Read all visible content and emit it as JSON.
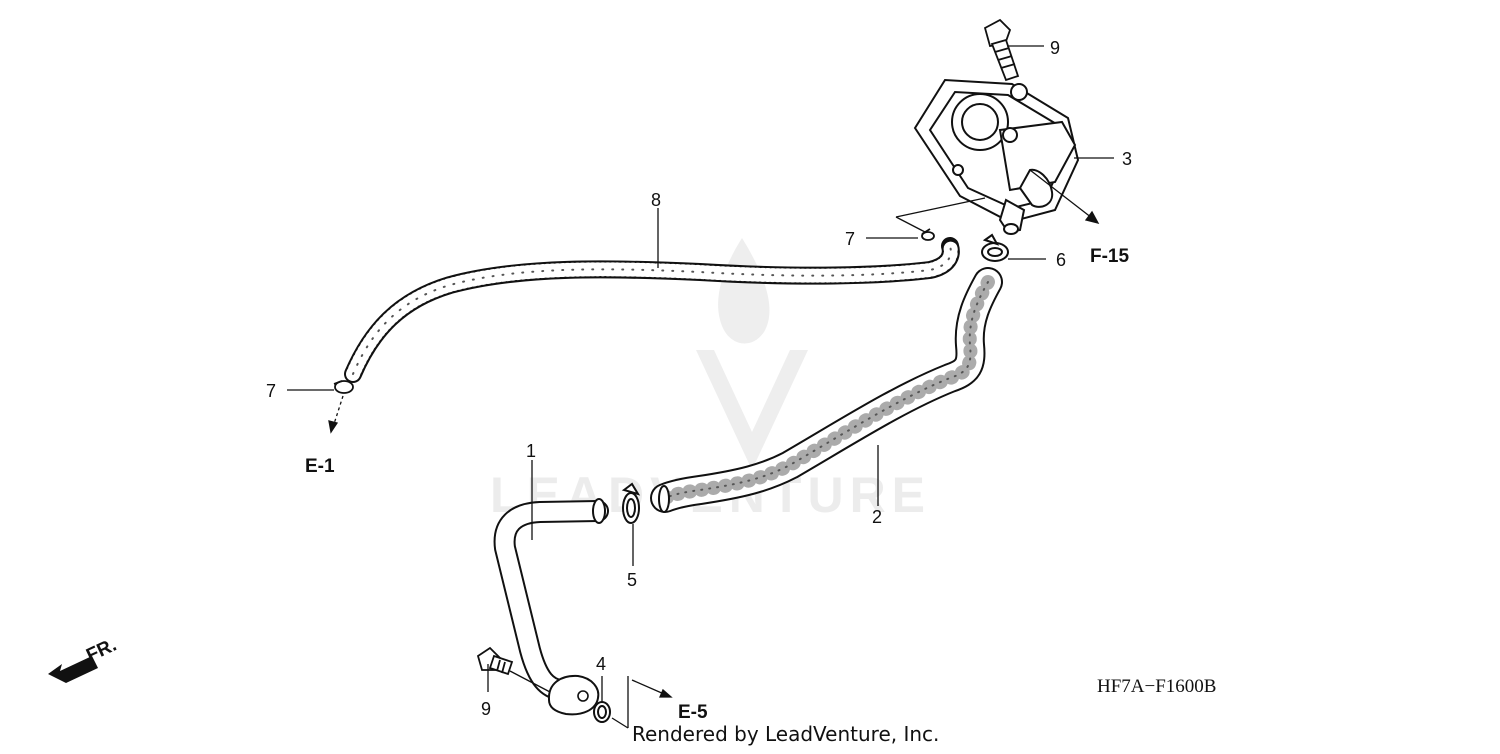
{
  "watermark": {
    "brand": "LEADVENTURE"
  },
  "callouts": {
    "c1": "1",
    "c2": "2",
    "c3": "3",
    "c4": "4",
    "c5": "5",
    "c6": "6",
    "c7a": "7",
    "c7b": "7",
    "c8": "8",
    "c9a": "9",
    "c9b": "9"
  },
  "references": {
    "f15": "F-15",
    "e1": "E-1",
    "e5": "E-5",
    "front": "FR."
  },
  "diagram_code": "HF7A−F1600B",
  "credit": "Rendered by LeadVenture, Inc.",
  "icons": [
    "front-direction-arrow-icon",
    "watermark-logo-icon"
  ]
}
